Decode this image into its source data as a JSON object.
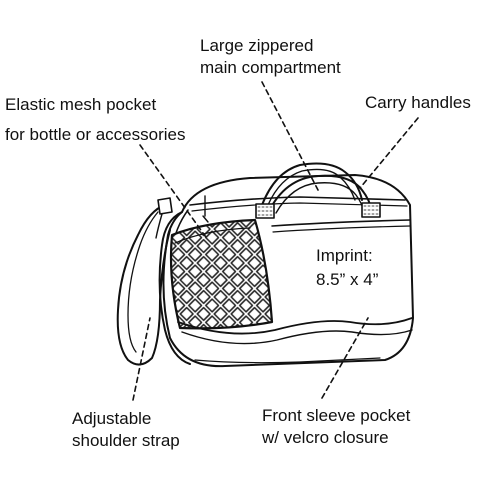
{
  "callouts": {
    "main_compartment": [
      "Large zippered",
      "main compartment"
    ],
    "mesh_pocket": [
      "Elastic mesh pocket",
      "for bottle or accessories"
    ],
    "carry_handles": [
      "Carry handles"
    ],
    "imprint": [
      "Imprint:",
      "8.5” x 4”"
    ],
    "shoulder_strap": [
      "Adjustable",
      "shoulder strap"
    ],
    "front_sleeve": [
      "Front sleeve pocket",
      "w/ velcro closure"
    ]
  },
  "colors": {
    "line": "#111111",
    "background": "#ffffff"
  }
}
